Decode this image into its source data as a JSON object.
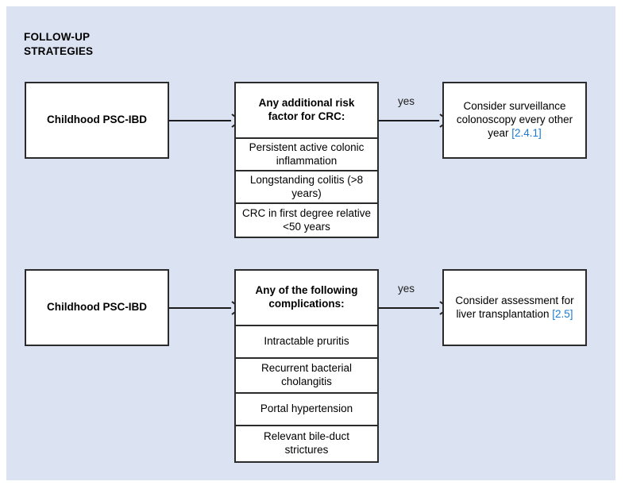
{
  "page": {
    "background_color": "#ffffff",
    "panel_color": "#dbe2f1",
    "title": "FOLLOW-UP\nSTRATEGIES",
    "line_color": "#1d1d1d",
    "box_border_color": "#2b2b2b",
    "box_fill_color": "#ffffff",
    "reference_link_color": "#1a7ad4"
  },
  "flows": [
    {
      "id": "crc-surveillance",
      "start": {
        "label": "Childhood PSC-IBD"
      },
      "edge_label": "yes",
      "decision": {
        "header": "Any additional risk factor for CRC:",
        "items": [
          "Persistent active colonic inflammation",
          "Longstanding colitis (>8 years)",
          "CRC in first degree relative <50 years"
        ]
      },
      "outcome": {
        "text": "Consider surveillance colonoscopy every other year",
        "reference": "[2.4.1]"
      }
    },
    {
      "id": "liver-transplantation",
      "start": {
        "label": "Childhood PSC-IBD"
      },
      "edge_label": "yes",
      "decision": {
        "header": "Any of the following complications:",
        "items": [
          "Intractable pruritis",
          "Recurrent bacterial cholangitis",
          "Portal hypertension",
          "Relevant bile-duct strictures"
        ]
      },
      "outcome": {
        "text": "Consider assessment for liver transplantation",
        "reference": "[2.5]"
      }
    }
  ]
}
